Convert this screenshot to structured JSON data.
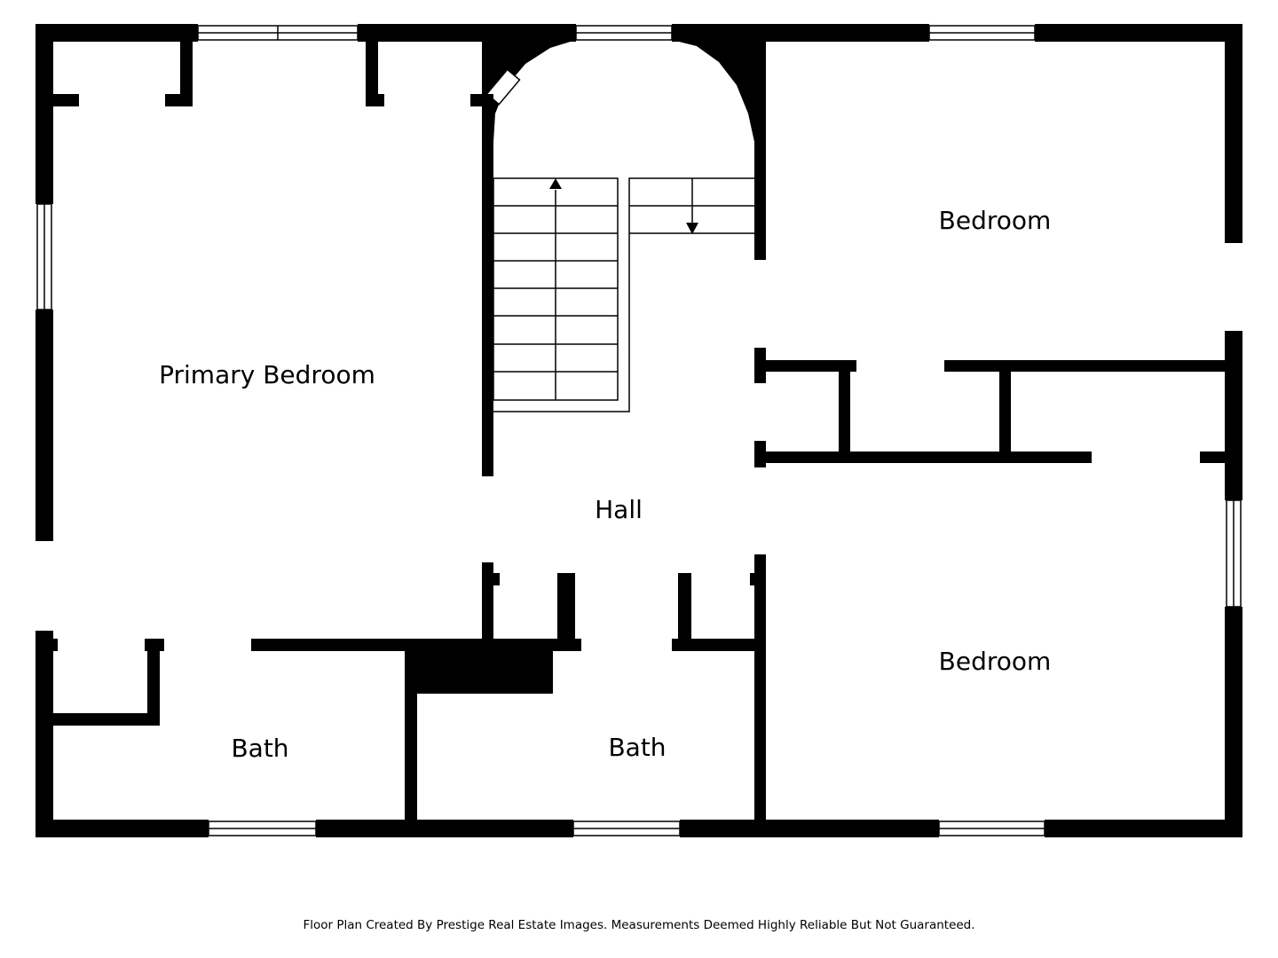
{
  "rooms": {
    "primary_bedroom": "Primary Bedroom",
    "bedroom_upper": "Bedroom",
    "bedroom_lower": "Bedroom",
    "hall": "Hall",
    "bath_left": "Bath",
    "bath_center": "Bath"
  },
  "footer": {
    "credit": "Floor Plan Created By Prestige Real Estate Images. Measurements Deemed Highly Reliable But Not Guaranteed."
  },
  "colors": {
    "wall": "#000000",
    "background": "#ffffff"
  }
}
